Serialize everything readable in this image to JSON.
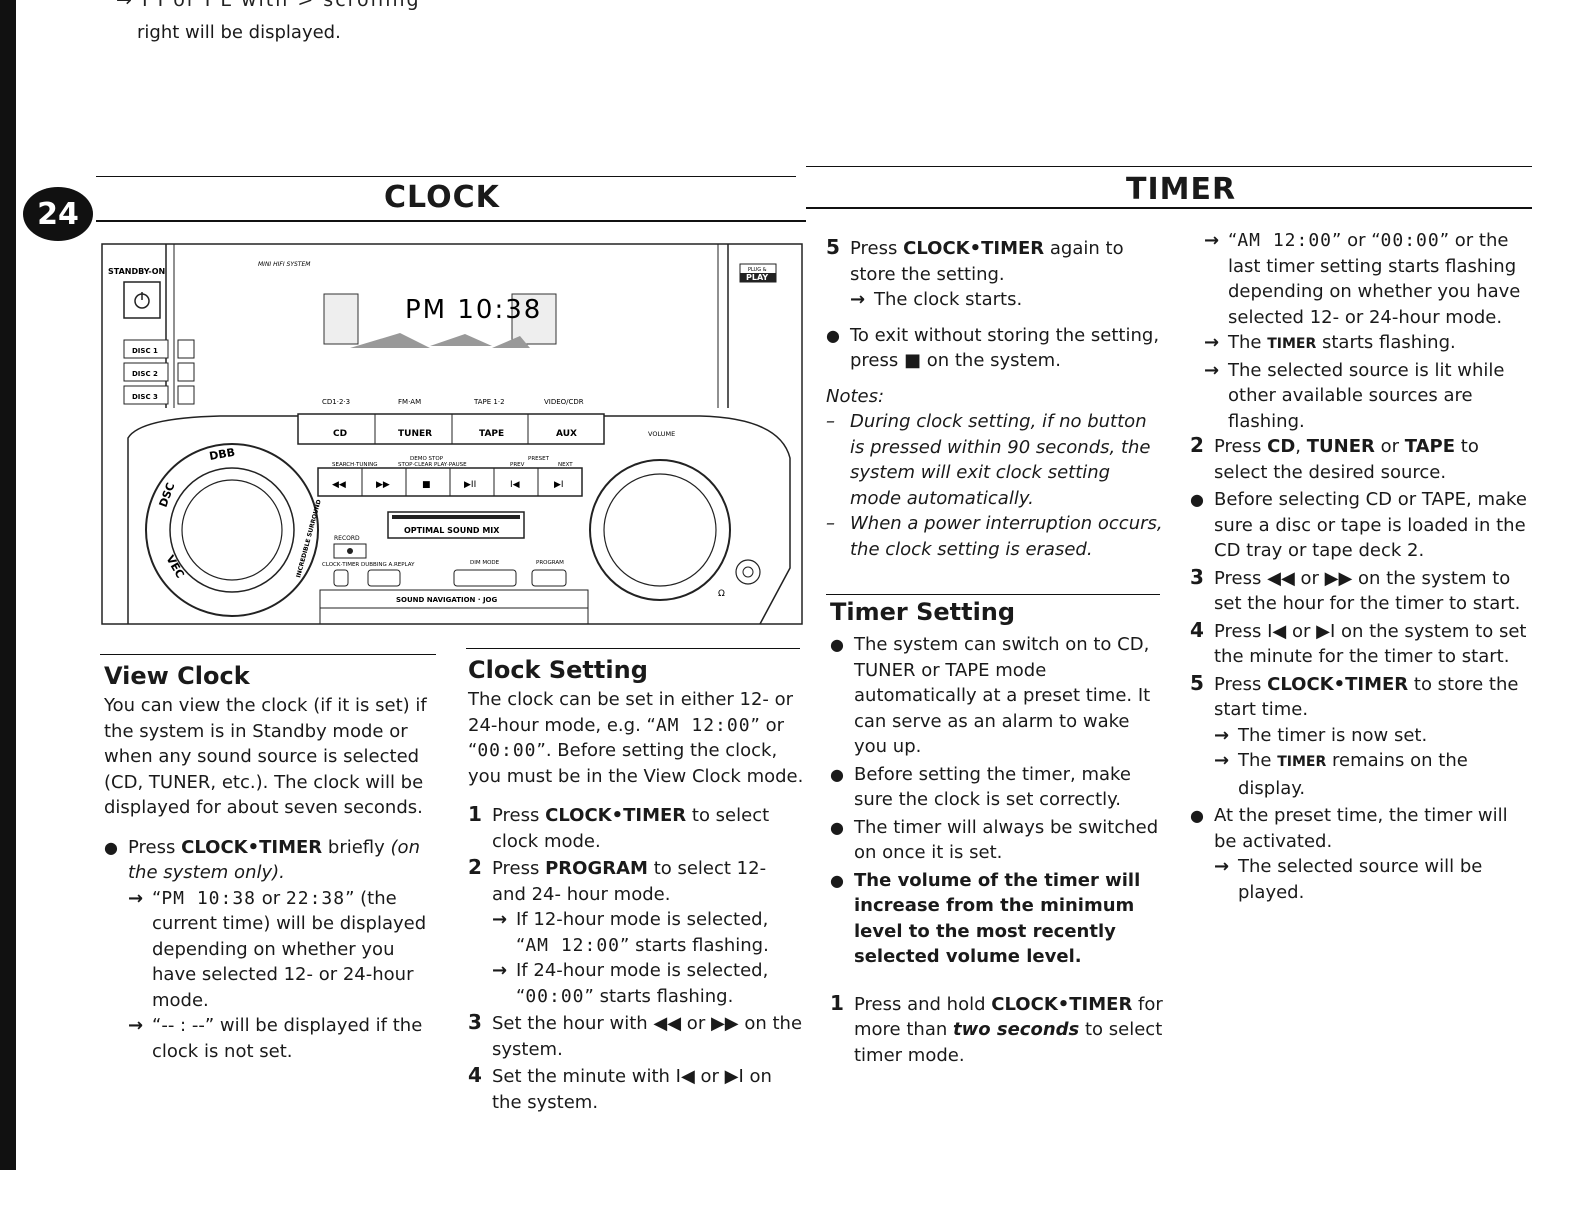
{
  "page_number": "24",
  "top_fragment": "→ I I or I L with > scrolling",
  "top_text": "right will be displayed.",
  "section_titles": {
    "left": "CLOCK",
    "right": "TIMER"
  },
  "device_panel": {
    "brand": "MINI HIFI SYSTEM",
    "standby": "STANDBY-ON",
    "discs": [
      "DISC 1",
      "DISC 2",
      "DISC 3"
    ],
    "display_text": "PM 10:38",
    "plug_play": [
      "PLUG &",
      "PLAY"
    ],
    "source_labels": [
      "CD1·2·3",
      "FM·AM",
      "TAPE 1·2",
      "VIDEO/CDR"
    ],
    "source_buttons": [
      "CD",
      "TUNER",
      "TAPE",
      "AUX"
    ],
    "volume": "VOLUME",
    "dbb": "DBB",
    "dsc": "DSC",
    "vec": "VEC",
    "surround": "INCREDIBLE SURROUND",
    "transport_labels": [
      "SEARCH·TUNING",
      "DEMO STOP",
      "STOP·CLEAR PLAY·PAUSE",
      "PRESET",
      "PREV",
      "NEXT"
    ],
    "transport_buttons": [
      "◀◀",
      "▶▶",
      "■",
      "▶II",
      "I◀",
      "▶I"
    ],
    "optimal": "OPTIMAL SOUND MIX",
    "record": "RECORD",
    "row_labels": [
      "CLOCK·TIMER DUBBING A.REPLAY",
      "DIM MODE",
      "PROGRAM"
    ],
    "jog": "SOUND NAVIGATION · JOG"
  },
  "view_clock": {
    "heading": "View Clock",
    "intro": "You can view the clock (if it is set) if the system is in Standby mode or when any sound source is selected (CD, TUNER, etc.). The clock will be displayed for about seven seconds.",
    "press": "Press",
    "cmd": "CLOCK•TIMER",
    "briefly": "briefly",
    "only": "(on the system only).",
    "arrow1_pre": "“",
    "arrow1_lcd1": "PM 10:38",
    "arrow1_or": "or",
    "arrow1_lcd2": "22:38",
    "arrow1_post": "” (the current time) will be displayed depending on whether you have selected 12- or 24-hour mode.",
    "arrow2": "“-- : --” will be displayed if the clock is not set."
  },
  "clock_setting": {
    "heading": "Clock Setting",
    "intro_a": "The clock can be set in either 12- or 24-hour mode, e.g. “",
    "intro_lcd1": "AM 12:00",
    "intro_b": "” or “",
    "intro_lcd2": "00:00",
    "intro_c": "”. Before setting the clock, you must be in the View Clock mode.",
    "s1_pre": "Press",
    "s1_cmd": "CLOCK•TIMER",
    "s1_post": "to select clock mode.",
    "s2_pre": "Press",
    "s2_cmd": "PROGRAM",
    "s2_post": "to select 12- and 24- hour mode.",
    "s2_a1": "If 12-hour mode is selected,",
    "s2_a1_lcd": "AM 12:00",
    "s2_a1_post": "” starts flashing.",
    "s2_a2": "If 24-hour mode is selected,",
    "s2_a2_lcd": "00:00",
    "s2_a2_post": "” starts flashing.",
    "s3": "Set the hour with ◀◀ or ▶▶ on the system.",
    "s4": "Set the minute with I◀ or ▶I on the system."
  },
  "timer_col": {
    "s5_pre": "Press",
    "s5_cmd": "CLOCK•TIMER",
    "s5_post": "again to store the setting.",
    "s5_arrow": "The clock starts.",
    "exit": "To exit without storing the setting, press ■ on the system.",
    "notes_title": "Notes:",
    "note1": "During clock setting, if no button is pressed within 90 seconds, the system will exit clock setting mode automatically.",
    "note2": "When a power interruption occurs, the clock setting is erased.",
    "heading": "Timer Setting",
    "b1": "The system can switch on to CD, TUNER or TAPE mode automatically at a preset time. It can serve as an alarm to wake you up.",
    "b2": "Before setting the timer, make sure the clock is set correctly.",
    "b3": "The timer will always be switched on once it is set.",
    "b4": "The volume of the timer will increase from the minimum level to the most recently selected volume level.",
    "s1_pre": "Press and hold",
    "s1_cmd": "CLOCK•TIMER",
    "s1_mid": "for more than",
    "s1_em": "two seconds",
    "s1_post": "to select timer mode."
  },
  "timer_right": {
    "a1_lcd1": "AM 12:00",
    "a1_or": "” or “",
    "a1_lcd2": "00:00",
    "a1_post": "” or the last timer setting starts flashing depending on whether you have selected 12- or 24-hour mode.",
    "a2_pre": "The",
    "a2_sc": "TIMER",
    "a2_post": "starts flashing.",
    "a3": "The selected source is lit while other available sources are flashing.",
    "s2_pre": "Press",
    "s2_cmd": "CD",
    "s2_sep1": ",",
    "s2_cmd2": "TUNER",
    "s2_or": "or",
    "s2_cmd3": "TAPE",
    "s2_post": "to select the desired source.",
    "b_before": "Before selecting CD or TAPE, make sure a disc or tape is loaded in the CD tray or tape deck 2.",
    "s3": "Press ◀◀ or ▶▶ on the system to set the hour for the timer to start.",
    "s4": "Press I◀ or ▶I on the system to set the minute for the timer to start.",
    "s5_pre": "Press",
    "s5_cmd": "CLOCK•TIMER",
    "s5_post": "to store the start time.",
    "s5_a1": "The timer is now set.",
    "s5_a2_pre": "The",
    "s5_a2_sc": "TIMER",
    "s5_a2_post": "remains on the display.",
    "b_preset": "At the preset time, the timer will be activated.",
    "b_preset_arrow": "The selected source will be played."
  },
  "glyphs": {
    "arrow": "→",
    "bullet": "●",
    "dash": "–",
    "open_quote": "“"
  }
}
